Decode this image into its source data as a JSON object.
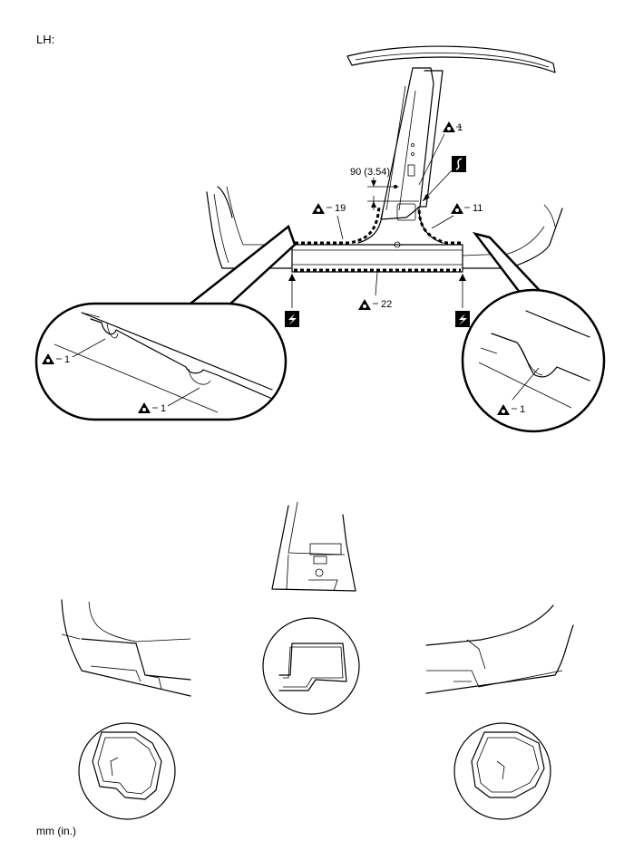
{
  "header": {
    "side_label": "LH:"
  },
  "dimension": {
    "text": "90 (3.54)"
  },
  "callouts": {
    "top_right_spot": "1",
    "left_upper_weld": "19",
    "right_upper_weld": "11",
    "bottom_weld": "22",
    "detail_left_a": "1",
    "detail_left_b": "1",
    "detail_right": "1"
  },
  "footer": {
    "units": "mm (in.)"
  },
  "icons": [
    "spot-weld-symbol",
    "cut-symbol",
    "mig-weld-symbol"
  ]
}
